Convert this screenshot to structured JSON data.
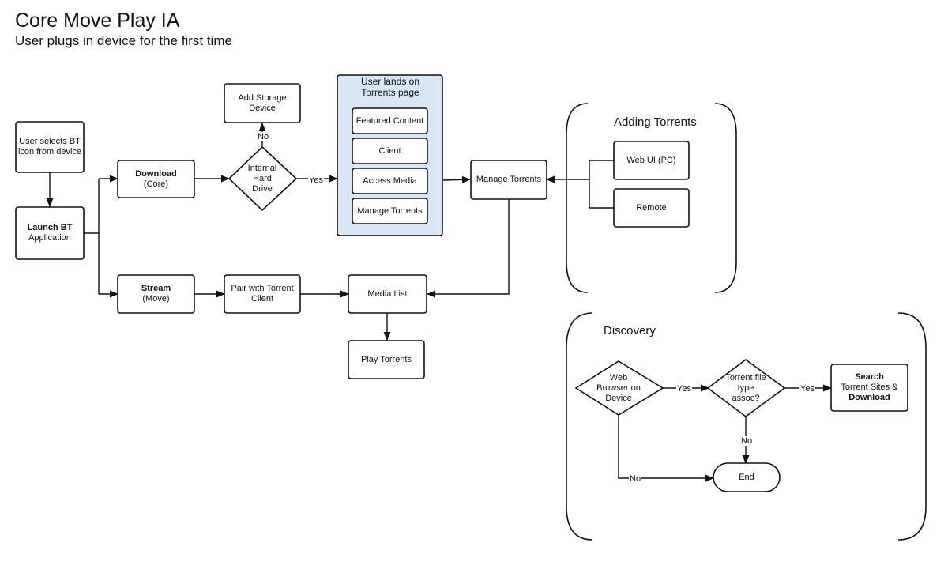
{
  "header": {
    "title": "Core Move Play IA",
    "subtitle": "User plugs in device for the first time"
  },
  "nodes": {
    "user_selects": "User selects BT icon from device",
    "launch_bold": "Launch BT",
    "launch_rest": "Application",
    "download_bold": "Download",
    "download_rest": "(Core)",
    "stream_bold": "Stream",
    "stream_rest": "(Move)",
    "add_storage": "Add Storage Device",
    "internal_drive": "Internal Hard Drive",
    "pair": "Pair  with Torrent Client",
    "torrents_page_title": "User lands on Torrents page",
    "featured": "Featured Content",
    "client": "Client",
    "access_media": "Access Media",
    "manage_torrents_inner": "Manage Torrents",
    "manage_torrents": "Manage Torrents",
    "media_list": "Media List",
    "play_torrents": "Play Torrents",
    "web_ui": "Web UI (PC)",
    "remote": "Remote",
    "web_browser": "Web Browser on Device",
    "file_type": "Torrent file type assoc?",
    "search_bold_1": "Search",
    "search_rest": "Torrent Sites &",
    "search_bold_2": "Download",
    "end": "End"
  },
  "edges": {
    "no_storage": "No",
    "yes_drive": "Yes",
    "yes_browser": "Yes",
    "yes_filetype": "Yes",
    "no_filetype": "No",
    "no_browser": "No"
  },
  "sections": {
    "adding_torrents": "Adding Torrents",
    "discovery": "Discovery"
  },
  "colors": {
    "torrents_page_fill": "#d8e6f6",
    "stroke": "#111111"
  }
}
